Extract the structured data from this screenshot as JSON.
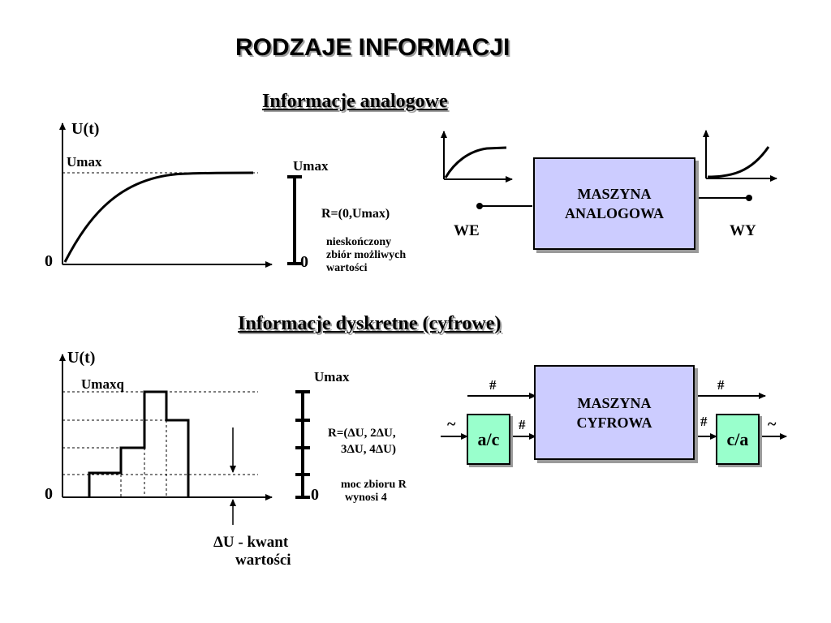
{
  "title": "RODZAJE INFORMACJI",
  "analog": {
    "heading": "Informacje analogowe",
    "graph": {
      "y_label": "U(t)",
      "umax_label": "Umax",
      "zero_label": "0"
    },
    "range": {
      "umax_label": "Umax",
      "zero_label": "0",
      "set_label": "R=(0,Umax)",
      "note_lines": [
        "nieskończony",
        "zbiór możliwych",
        "wartości"
      ]
    },
    "machine": {
      "line1": "MASZYNA",
      "line2": "ANALOGOWA",
      "input_label": "WE",
      "output_label": "WY",
      "box_color": "#ccccff"
    }
  },
  "digital": {
    "heading": "Informacje dyskretne (cyfrowe)",
    "graph": {
      "y_label": "U(t)",
      "umax_label": "Umaxq",
      "zero_label": "0",
      "quantum_line1": "ΔU - kwant",
      "quantum_line2": "wartości"
    },
    "range": {
      "umax_label": "Umax",
      "zero_label": "0",
      "set_line1": "R=(ΔU, 2ΔU,",
      "set_line2": "3ΔU, 4ΔU)",
      "note_line1": "moc zbioru R",
      "note_line2": "wynosi 4"
    },
    "machine": {
      "line1": "MASZYNA",
      "line2": "CYFROWA",
      "ac_label": "a/c",
      "ca_label": "c/a",
      "hash": "#",
      "tilde": "~",
      "box_color": "#ccccff",
      "converter_color": "#99ffcc"
    }
  }
}
